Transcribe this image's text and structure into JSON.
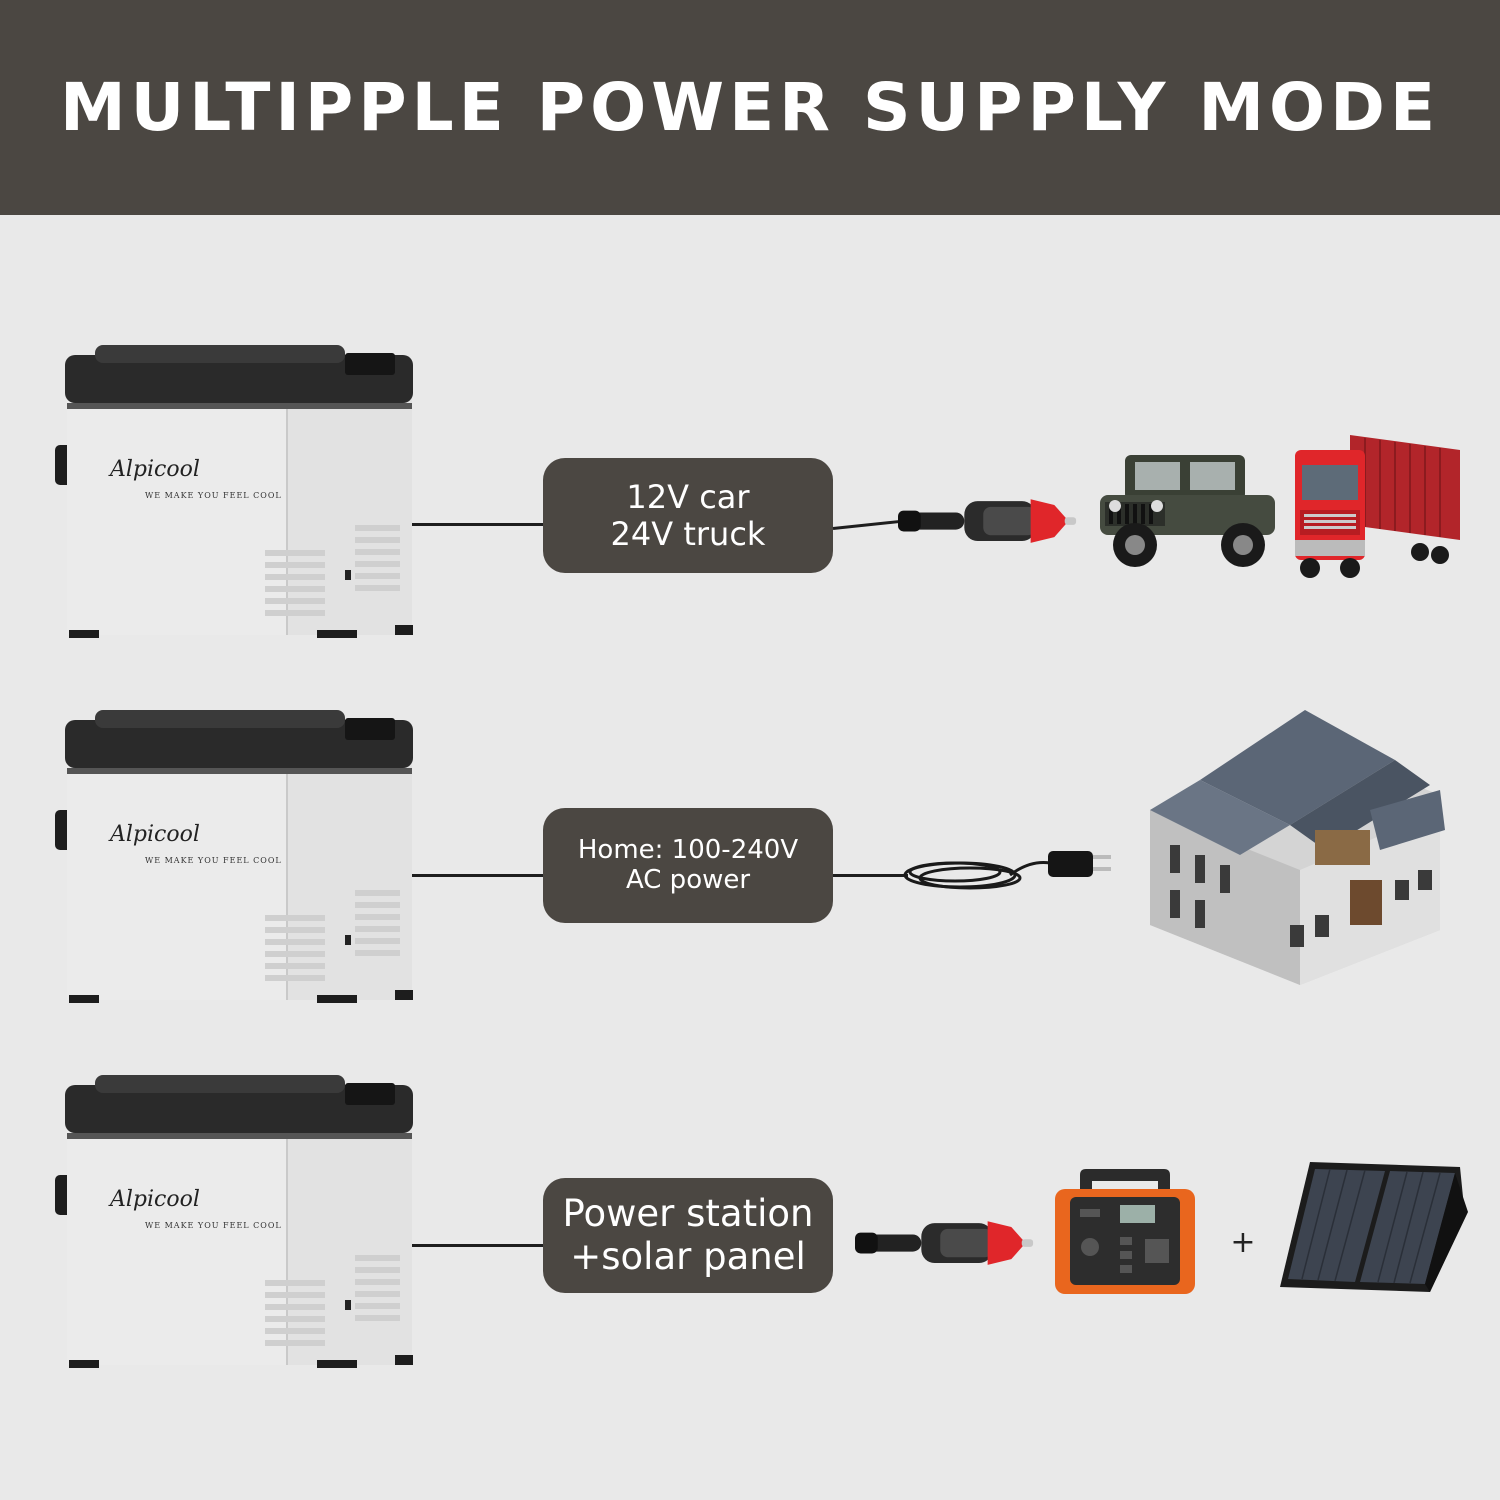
{
  "header": {
    "title": "MULTIPPLE POWER SUPPLY MODE",
    "background_color": "#4b4742"
  },
  "colors": {
    "background": "#e9e9e9",
    "label_box": "#4b4742",
    "fridge_body": "#e3e3e3",
    "fridge_lid": "#2b2b2b",
    "plug_red": "#e0262a"
  },
  "fridge": {
    "brand": "Alpicool",
    "slogan": "WE MAKE YOU FEEL COOL"
  },
  "modes": [
    {
      "lines": [
        "12V car",
        "24V truck"
      ],
      "connector": "car-plug-icon",
      "targets": [
        "jeep-icon",
        "truck-icon"
      ]
    },
    {
      "lines": [
        "Home: 100-240V",
        "AC power"
      ],
      "connector": "ac-plug-icon",
      "targets": [
        "house-icon"
      ]
    },
    {
      "lines": [
        "Power station",
        "+solar panel"
      ],
      "connector": "car-plug-icon",
      "targets": [
        "power-station-icon",
        "solar-panel-icon"
      ]
    }
  ],
  "plus": "+"
}
